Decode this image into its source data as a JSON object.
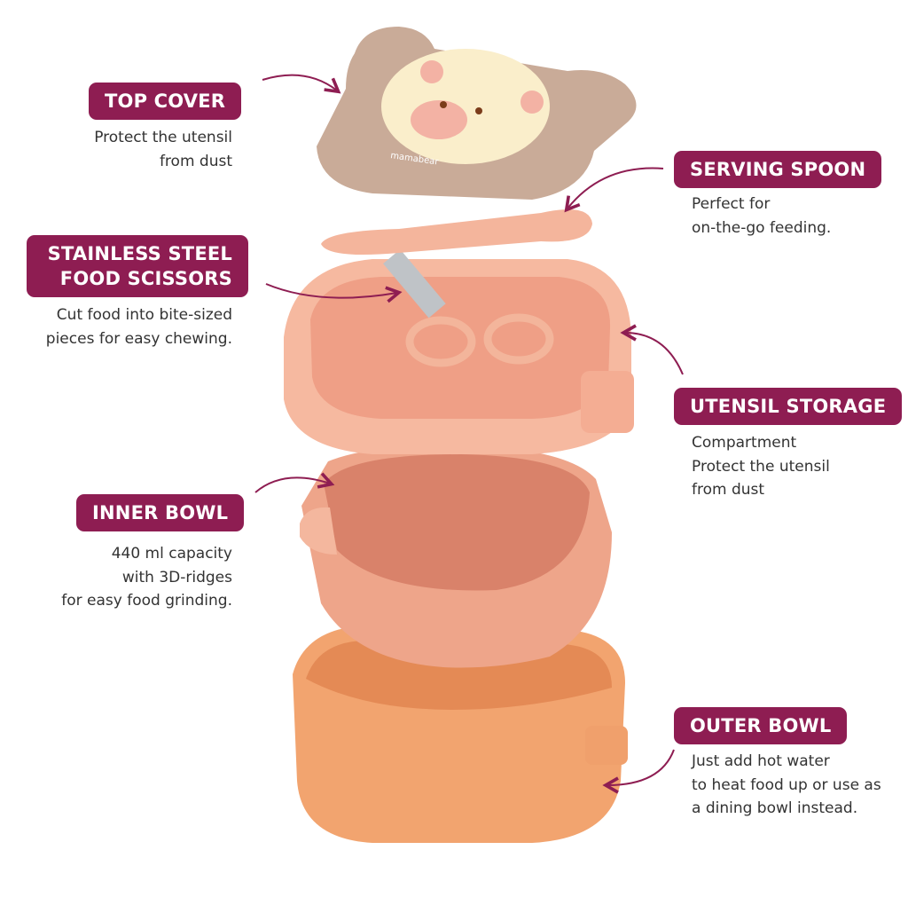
{
  "brand_mark": "mamabear",
  "accent_color": "#8e1d52",
  "parts": [
    {
      "title": [
        "TOP COVER"
      ],
      "description": [
        "Protect the utensil",
        "from dust"
      ]
    },
    {
      "title": [
        "SERVING SPOON"
      ],
      "description": [
        "Perfect for",
        "on-the-go feeding."
      ]
    },
    {
      "title": [
        "STAINLESS STEEL",
        "FOOD SCISSORS"
      ],
      "description": [
        "Cut food into bite-sized",
        "pieces for easy chewing."
      ]
    },
    {
      "title": [
        "UTENSIL STORAGE"
      ],
      "description": [
        "Compartment",
        "Protect the utensil",
        "from dust"
      ]
    },
    {
      "title": [
        "INNER BOWL"
      ],
      "description": [
        "440 ml capacity",
        "with 3D-ridges",
        "for easy food grinding."
      ]
    },
    {
      "title": [
        "OUTER BOWL"
      ],
      "description": [
        "Just add hot water",
        "to heat food up or use as",
        "a dining bowl instead."
      ]
    }
  ]
}
